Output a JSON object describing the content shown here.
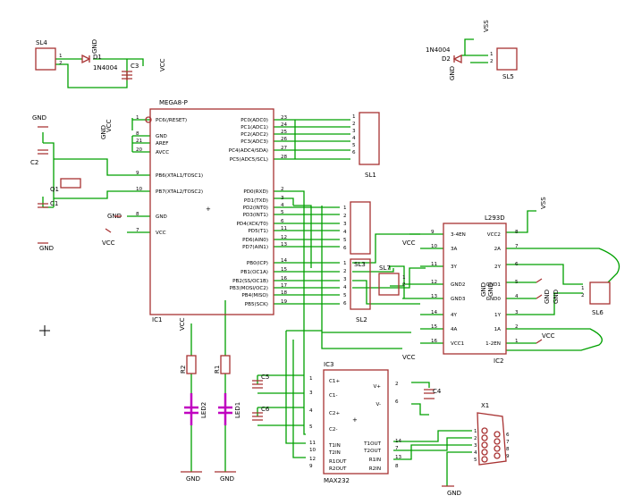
{
  "components": {
    "ic1": {
      "name": "IC1",
      "value": "MEGA8-P",
      "left_pins": [
        {
          "n": "1",
          "t": "PC6(/RESET)"
        },
        {
          "n": "8",
          "t": "GND"
        },
        {
          "n": "21",
          "t": "AREF"
        },
        {
          "n": "20",
          "t": "AVCC"
        },
        {
          "n": "9",
          "t": "PB6(XTAL1/TOSC1)"
        },
        {
          "n": "10",
          "t": "PB7(XTAL2/TOSC2)"
        },
        {
          "n": "8",
          "t": "GND"
        },
        {
          "n": "7",
          "t": "VCC"
        }
      ],
      "right_pins": [
        {
          "n": "23",
          "t": "PC0(ADC0)"
        },
        {
          "n": "24",
          "t": "PC1(ADC1)"
        },
        {
          "n": "25",
          "t": "PC2(ADC2)"
        },
        {
          "n": "26",
          "t": "PC3(ADC3)"
        },
        {
          "n": "27",
          "t": "PC4(ADC4/SDA)"
        },
        {
          "n": "28",
          "t": "PC5(ADC5/SCL)"
        },
        {
          "n": "2",
          "t": "PD0(RXD)"
        },
        {
          "n": "3",
          "t": "PD1(TXD)"
        },
        {
          "n": "4",
          "t": "PD2(INT0)"
        },
        {
          "n": "5",
          "t": "PD3(INT1)"
        },
        {
          "n": "6",
          "t": "PD4(XCK/T0)"
        },
        {
          "n": "11",
          "t": "PD5(T1)"
        },
        {
          "n": "12",
          "t": "PD6(AIN0)"
        },
        {
          "n": "13",
          "t": "PD7(AIN1)"
        },
        {
          "n": "14",
          "t": "PB0(ICP)"
        },
        {
          "n": "15",
          "t": "PB1(OC1A)"
        },
        {
          "n": "16",
          "t": "PB2(SS/OC1B)"
        },
        {
          "n": "17",
          "t": "PB3(MOSI/OC2)"
        },
        {
          "n": "18",
          "t": "PB4(MISO)"
        },
        {
          "n": "19",
          "t": "PB5(SCK)"
        }
      ]
    },
    "ic2": {
      "name": "IC2",
      "value": "L293D",
      "left_pins": [
        {
          "n": "9",
          "t": "3-4EN"
        },
        {
          "n": "10",
          "t": "3A"
        },
        {
          "n": "11",
          "t": "3Y"
        },
        {
          "n": "12",
          "t": "GND2"
        },
        {
          "n": "13",
          "t": "GND3"
        },
        {
          "n": "14",
          "t": "4Y"
        },
        {
          "n": "15",
          "t": "4A"
        },
        {
          "n": "16",
          "t": "VCC1"
        }
      ],
      "right_pins": [
        {
          "n": "8",
          "t": "VCC2"
        },
        {
          "n": "7",
          "t": "2A"
        },
        {
          "n": "6",
          "t": "2Y"
        },
        {
          "n": "5",
          "t": "GND1"
        },
        {
          "n": "4",
          "t": "GND0"
        },
        {
          "n": "3",
          "t": "1Y"
        },
        {
          "n": "2",
          "t": "1A"
        },
        {
          "n": "1",
          "t": "1-2EN"
        }
      ]
    },
    "ic3": {
      "name": "IC3",
      "value": "MAX232",
      "left_pins": [
        {
          "n": "1",
          "t": "C1+"
        },
        {
          "n": "3",
          "t": "C1-"
        },
        {
          "n": "4",
          "t": "C2+"
        },
        {
          "n": "5",
          "t": "C2-"
        },
        {
          "n": "11",
          "t": "T1IN"
        },
        {
          "n": "10",
          "t": "T2IN"
        },
        {
          "n": "12",
          "t": "R1OUT"
        },
        {
          "n": "9",
          "t": "R2OUT"
        }
      ],
      "right_pins": [
        {
          "n": "2",
          "t": "V+"
        },
        {
          "n": "6",
          "t": "V-"
        },
        {
          "n": "14",
          "t": "T1OUT"
        },
        {
          "n": "7",
          "t": "T2OUT"
        },
        {
          "n": "13",
          "t": "R1IN"
        },
        {
          "n": "8",
          "t": "R2IN"
        }
      ]
    },
    "sl1": {
      "name": "SL1",
      "pins": [
        "1",
        "2",
        "3",
        "4",
        "5",
        "6"
      ]
    },
    "sl2": {
      "name": "SL2",
      "pins": [
        "1",
        "2",
        "3",
        "4",
        "5",
        "6"
      ]
    },
    "sl3": {
      "name": "SL3",
      "pins": [
        "1",
        "2",
        "3",
        "4",
        "5",
        "6"
      ]
    },
    "sl4": {
      "name": "SL4",
      "pins": [
        "1",
        "2"
      ]
    },
    "sl5": {
      "name": "SL5",
      "pins": [
        "1",
        "2"
      ]
    },
    "sl6": {
      "name": "SL6",
      "pins": [
        "1",
        "2"
      ]
    },
    "sl7": {
      "name": "SL7",
      "pins": [
        "1",
        "2"
      ]
    },
    "x1": {
      "name": "X1",
      "left": [
        "1",
        "2",
        "3",
        "4",
        "5"
      ],
      "right": [
        "6",
        "7",
        "8",
        "9"
      ]
    }
  },
  "labels": {
    "d1": "D1",
    "d1_value": "1N4004",
    "d2": "D2",
    "d2_value": "1N4004",
    "c1": "C1",
    "c2": "C2",
    "c3": "C3",
    "c4": "C4",
    "c5": "C5",
    "c6": "C6",
    "q1": "Q1",
    "r1": "R1",
    "r2": "R2",
    "led1": "LED1",
    "led2": "LED2",
    "gnd": "GND",
    "vcc": "VCC",
    "vss": "VSS"
  },
  "colors": {
    "component": "#a83232",
    "wire": "#00a000",
    "led": "#c000c0",
    "background": "#ffffff"
  }
}
